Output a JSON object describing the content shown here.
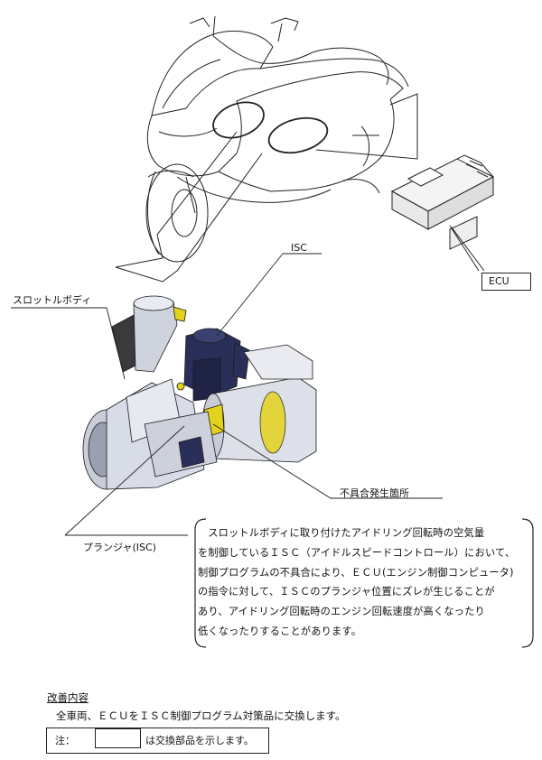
{
  "labels": {
    "throttle_body": "スロットルボディ",
    "isc": "ISC",
    "ecu": "ECU",
    "defect_location": "不具合発生箇所",
    "plunger": "プランジャ(ISC)"
  },
  "description": {
    "lines": [
      "スロットルボディに取り付けたアイドリング回転時の空気量",
      "を制御しているＩＳＣ（アイドルスピードコントロール）において、",
      "制御プログラムの不具合により、ＥＣＵ(エンジン制御コンピュータ)",
      "の指令に対して、ＩＳＣのプランジャ位置にズレが生じることが",
      "あり、アイドリング回転時のエンジン回転速度が高くなったり",
      "低くなったりすることがあります。"
    ]
  },
  "improvement": {
    "title": "改善内容",
    "body": "全車両、ＥＣＵをＩＳＣ制御プログラム対策品に交換します。"
  },
  "note": {
    "label": "注：",
    "text": "は交換部品を示します。"
  },
  "colors": {
    "line": "#222222",
    "part_dark": "#2a2f5a",
    "part_light": "#d8dce6",
    "highlight": "#e3d21c"
  }
}
